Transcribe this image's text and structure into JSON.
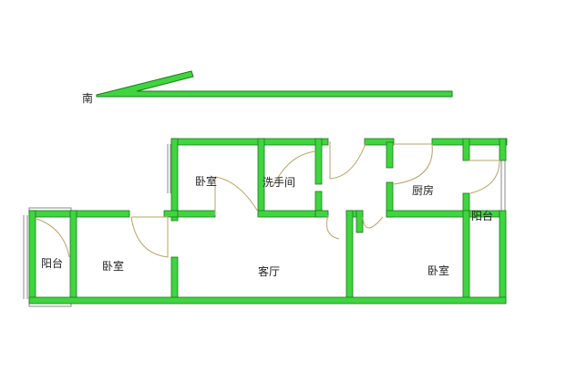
{
  "colors": {
    "wall": "#3fd53f",
    "wall_edge": "#1a7a1a",
    "door": "#b8a36a",
    "window": "#8a8a8a",
    "text": "#222222"
  },
  "compass": {
    "label": "南",
    "icon": "north-arrow-icon"
  },
  "rooms": {
    "balcony_west": "阳台",
    "bedroom_southwest": "卧室",
    "bedroom_north": "卧室",
    "bathroom": "洗手间",
    "kitchen": "厨房",
    "living_room": "客厅",
    "bedroom_east": "卧室",
    "balcony_east": "阳台"
  }
}
